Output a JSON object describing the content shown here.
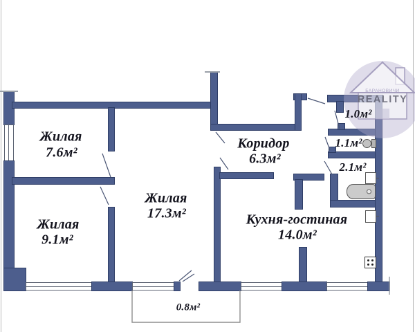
{
  "plan": {
    "rooms": {
      "living_76": {
        "name": "Жилая",
        "area": "7.6м²"
      },
      "living_91": {
        "name": "Жилая",
        "area": "9.1м²"
      },
      "living_173": {
        "name": "Жилая",
        "area": "17.3м²"
      },
      "corridor": {
        "name": "Коридор",
        "area": "6.3м²"
      },
      "kitchen": {
        "name": "Кухня-гостиная",
        "area": "14.0м²"
      },
      "room_10": {
        "area": "1.0м²"
      },
      "room_11": {
        "area": "1.1м²"
      },
      "room_21": {
        "area": "2.1м²"
      },
      "balcony": {
        "area": "0.8м²"
      }
    }
  },
  "logo": {
    "city": "БАРАНОВИЧИ",
    "brand": "REALITY"
  },
  "icons": {
    "toilet": "toilet-icon",
    "bathtub": "bathtub-icon",
    "bath_sink": "sink-icon",
    "kitchen_sink": "sink-icon",
    "stove": "stove-icon",
    "logo_house": "house-logo-icon"
  },
  "colors": {
    "wall": "#4d5e8d",
    "wall-outline": "#2e3d66",
    "ink": "#14141e",
    "logo-purple": "#a79fc4",
    "logo-text": "#6e6e7c"
  }
}
